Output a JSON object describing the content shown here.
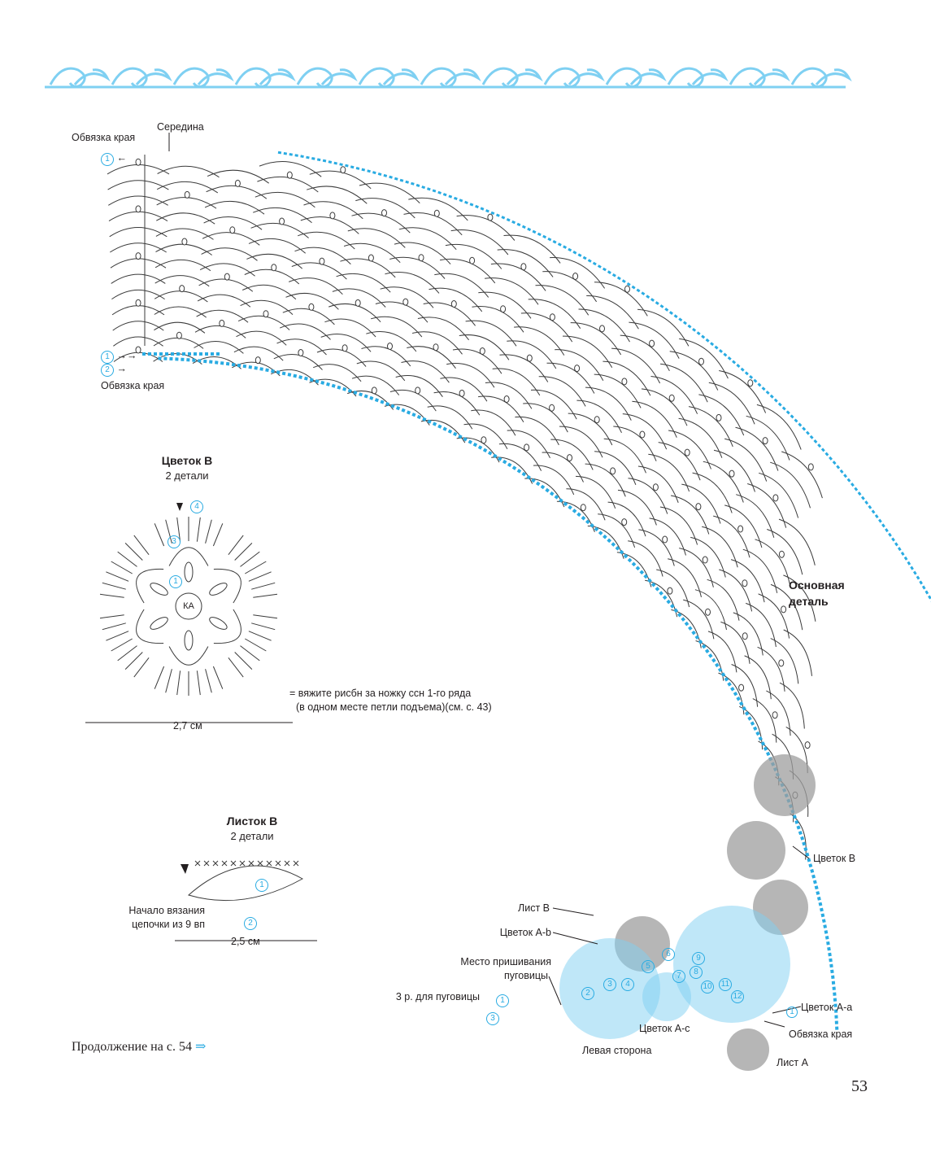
{
  "colors": {
    "accent": "#29abe2",
    "ink": "#231f20",
    "gray": "#9d9d9d",
    "light_blue": "#7fd0f2"
  },
  "header_border": {
    "ornament": "scroll-ornament"
  },
  "main_part": {
    "label": "Основная деталь",
    "middle_label": "Середина",
    "edging_top_label": "Обвязка края",
    "edging_left_label": "Обвязка края",
    "row_markers_top": [
      "1"
    ],
    "row_markers_left": [
      "1",
      "2"
    ]
  },
  "flower_b": {
    "title": "Цветок В",
    "count": "2 детали",
    "center_label": "КА",
    "rows": [
      "1",
      "3",
      "4"
    ],
    "note_line1": "= вяжите рисбн за ножку ссн 1-го ряда",
    "note_line2": "(в одном месте петли подъема)(см. с. 43)",
    "size": "2,7 см"
  },
  "leaf_b": {
    "title": "Листок В",
    "count": "2 детали",
    "start_line1": "Начало вязания",
    "start_line2": "цепочки из 9 вп",
    "rows": [
      "1",
      "2"
    ],
    "size": "2,5 см"
  },
  "callouts": {
    "flower_b": "Цветок В",
    "leaf_b": "Лист В",
    "flower_ab": "Цветок А-b",
    "button_place_line1": "Место пришивания",
    "button_place_line2": "пуговицы",
    "button_rows": "3 р. для пуговицы",
    "flower_ac": "Цветок А-с",
    "flower_aa": "Цветок А-а",
    "edging": "Обвязка края",
    "leaf_a": "Лист А",
    "left_side": "Левая сторона"
  },
  "motif_numbers": [
    "2",
    "3",
    "4",
    "5",
    "6",
    "7",
    "8",
    "9",
    "10",
    "11",
    "12"
  ],
  "bottom_rows": [
    "1",
    "3"
  ],
  "footer": {
    "text": "Продолжение на с. 54",
    "arrow": "⇒"
  },
  "page_number": "53"
}
